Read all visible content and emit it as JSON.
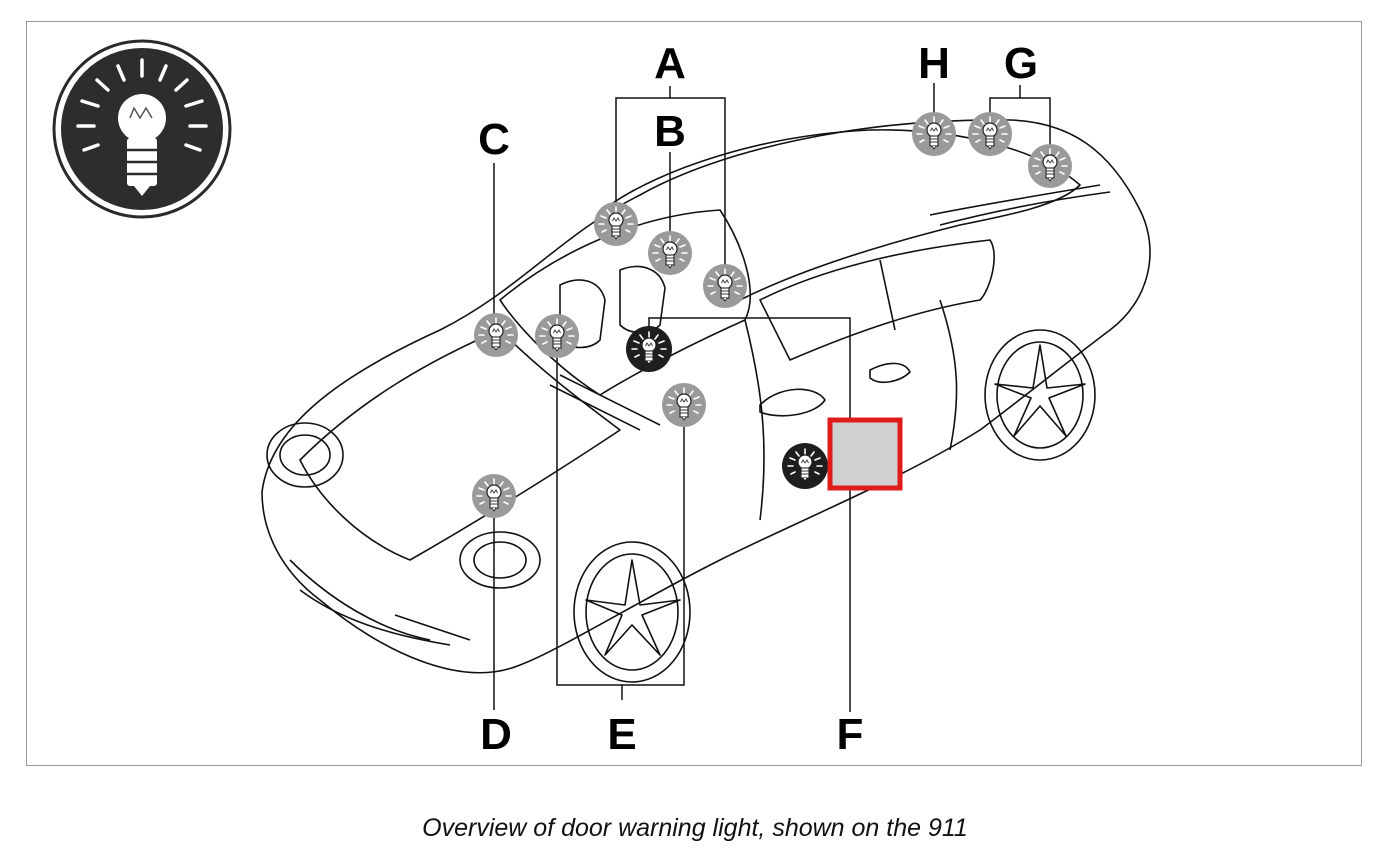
{
  "figure": {
    "callouts": {
      "A": "A",
      "B": "B",
      "C": "C",
      "D": "D",
      "E": "E",
      "F": "F",
      "G": "G",
      "H": "H"
    },
    "highlight_color": "#e01b1b",
    "icon": "light-bulb-icon"
  },
  "caption": "Overview of door warning light, shown on the 911"
}
